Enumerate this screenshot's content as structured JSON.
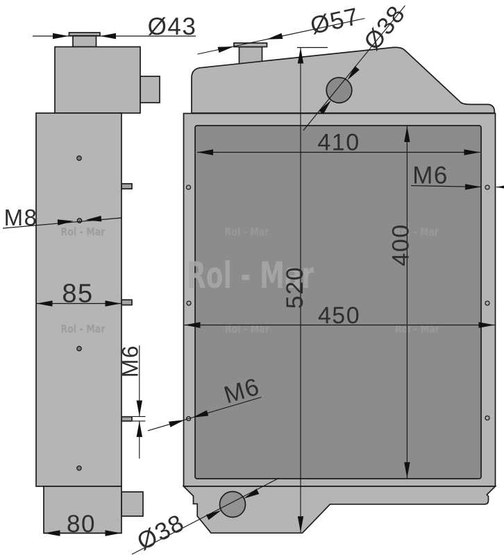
{
  "drawing": {
    "type": "radiator-technical-drawing",
    "watermark": {
      "large_text": "Rol - Mar",
      "small_text": "Rol - Mar",
      "large_color": "#a7a7a7",
      "small_color": "#9b9b9b"
    },
    "colors": {
      "background": "#ffffff",
      "body_fill": "#b5b5b5",
      "core_fill": "#8c8c8c",
      "tab_fill": "#a2a2a2",
      "hole_dark_fill": "#7d7d7d",
      "hole_core_fill": "#8a8a8a",
      "outlet_fill": "#929292",
      "frame_hole_fill": "#aeaeae",
      "line_color": "#161616",
      "text_color": "#2e2e2e"
    },
    "dimensions": {
      "side_neck_diameter": "Ø43",
      "front_neck_diameter": "Ø57",
      "tank_hole_diameter": "Ø38",
      "core_width": "410",
      "core_height": "400",
      "overall_width": "450",
      "overall_height": "520",
      "body_depth": "85",
      "bottom_depth": "80",
      "outlet_diameter": "Ø38",
      "side_thread": "M8",
      "stud_thread_side": "M6",
      "stud_thread_left": "M6",
      "stud_thread_right": "M6"
    }
  }
}
